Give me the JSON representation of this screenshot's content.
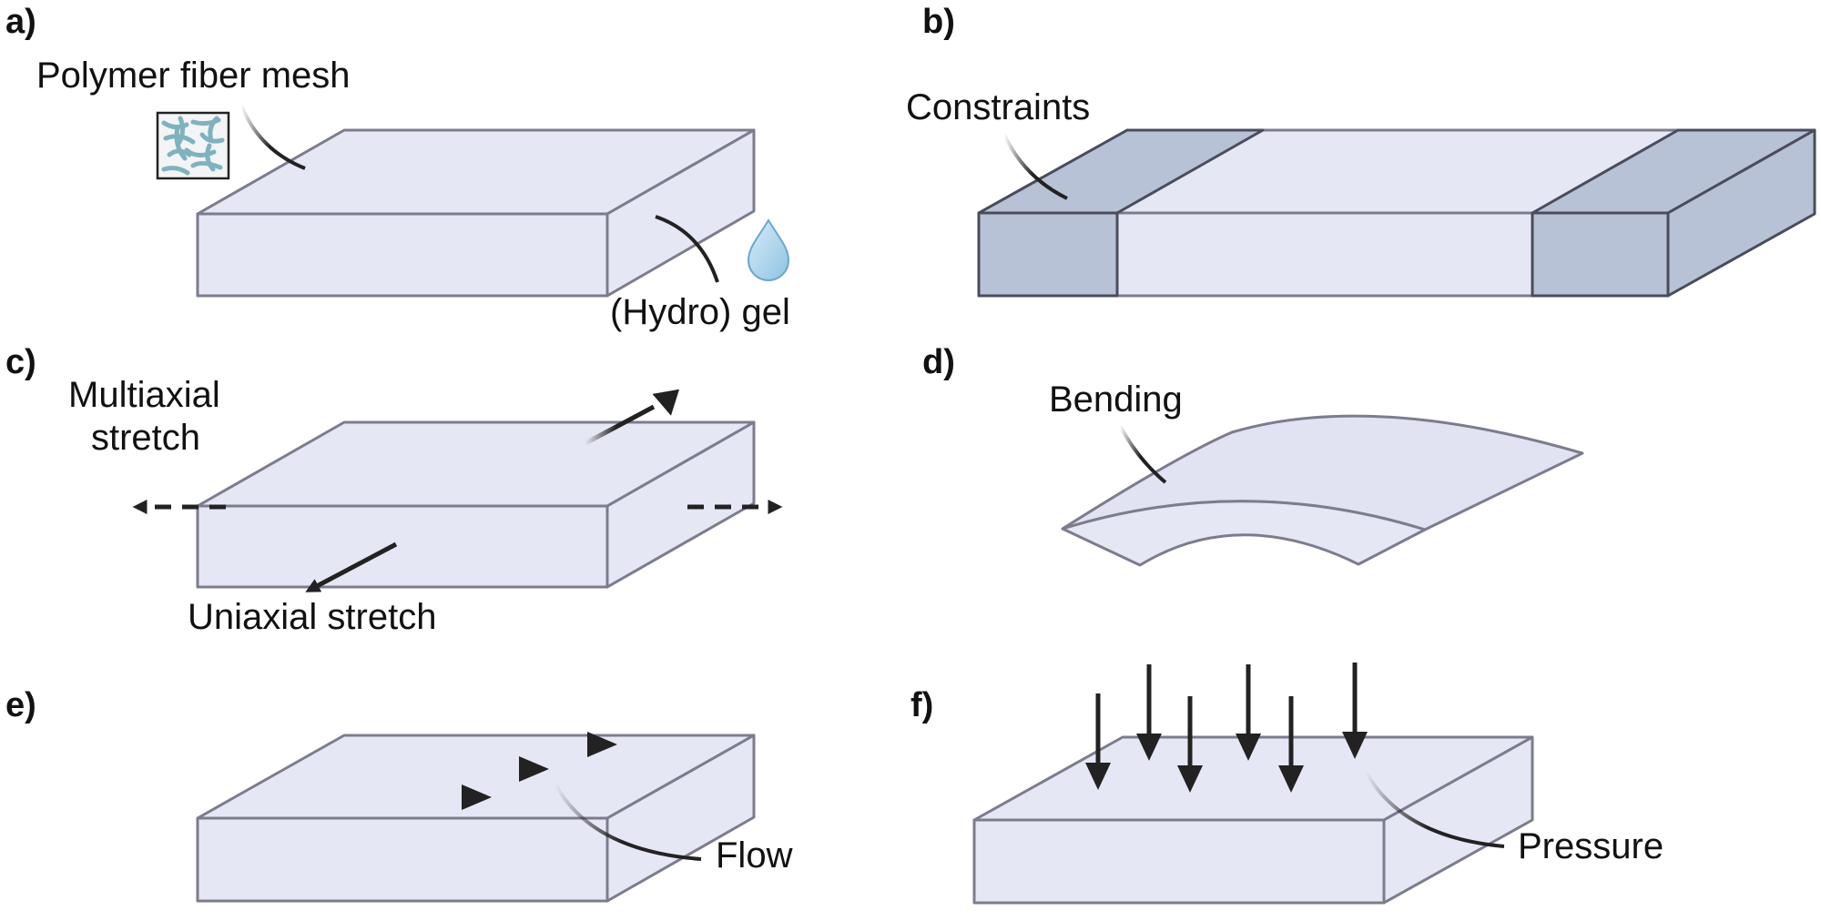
{
  "panels": {
    "a": {
      "letter": "a)",
      "mesh_label": "Polymer fiber mesh",
      "gel_label": "(Hydro) gel",
      "icons": [
        "fiber-mesh-icon",
        "water-drop-icon"
      ]
    },
    "b": {
      "letter": "b)",
      "label": "Constraints"
    },
    "c": {
      "letter": "c)",
      "multi_line1": "Multiaxial",
      "multi_line2": "stretch",
      "uni_label": "Uniaxial stretch"
    },
    "d": {
      "letter": "d)",
      "label": "Bending"
    },
    "e": {
      "letter": "e)",
      "label": "Flow"
    },
    "f": {
      "letter": "f)",
      "label": "Pressure"
    }
  },
  "colors": {
    "slab_face": "#e6e7f4",
    "slab_edge": "#7c7c8e",
    "constraint_face": "#b8c2d6",
    "constraint_edge": "#4a4c5c",
    "arrow": "#222222",
    "fiber": "#7fb2bf",
    "drop": "#a9d3ec"
  }
}
